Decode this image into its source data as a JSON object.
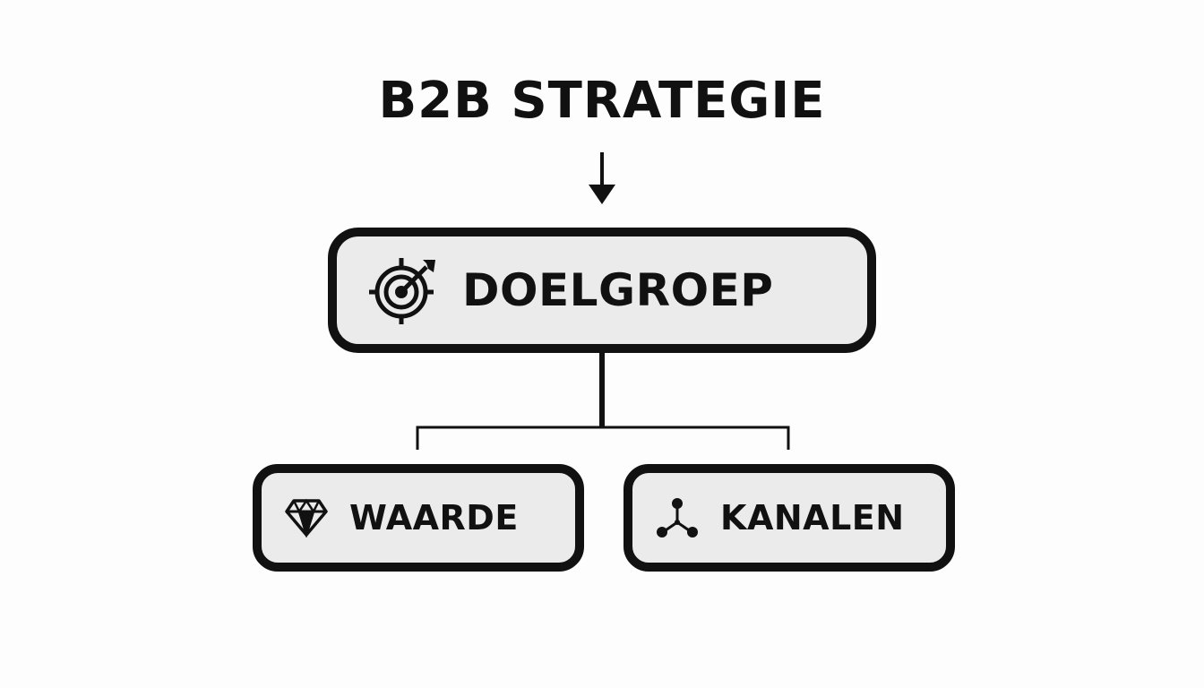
{
  "title": "B2B STRATEGIE",
  "nodes": {
    "main": {
      "label": "DOELGROEP",
      "icon": "target-arrow-icon"
    },
    "left": {
      "label": "WAARDE",
      "icon": "diamond-icon"
    },
    "right": {
      "label": "KANALEN",
      "icon": "network-icon"
    }
  },
  "colors": {
    "stroke": "#111111",
    "fill": "#ebebeb",
    "background": "#fdfdfd"
  }
}
